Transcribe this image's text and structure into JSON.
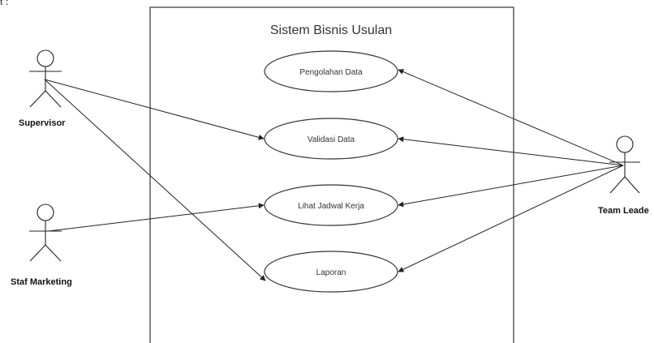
{
  "stray_text": "t :",
  "system": {
    "title": "Sistem Bisnis Usulan"
  },
  "use_cases": [
    {
      "id": "uc-pengolahan",
      "label": "Pengolahan Data"
    },
    {
      "id": "uc-validasi",
      "label": "Validasi Data"
    },
    {
      "id": "uc-jadwal",
      "label": "Lihat Jadwal Kerja"
    },
    {
      "id": "uc-laporan",
      "label": "Laporan"
    }
  ],
  "actors": [
    {
      "id": "supervisor",
      "label": "Supervisor"
    },
    {
      "id": "staf-marketing",
      "label": "Staf Marketing"
    },
    {
      "id": "team-leader",
      "label": "Team Leade"
    }
  ]
}
